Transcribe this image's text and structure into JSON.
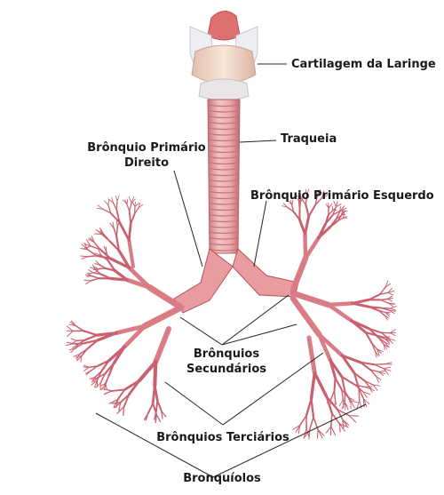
{
  "labels": {
    "larynx": "Cartilagem da Laringe",
    "trachea": "Traqueia",
    "right_primary_line1": "Brônquio Primário",
    "right_primary_line2": "Direito",
    "left_primary": "Brônquio Primário Esquerdo",
    "secondary_line1": "Brônquios",
    "secondary_line2": "Secundários",
    "tertiary": "Brônquios Terciários",
    "bronchioles": "Bronquíolos"
  },
  "colors": {
    "airway": "#e08a92",
    "airway_dark": "#b8505e",
    "airway_light": "#f2c0c2",
    "cartilage": "#f1d8cc",
    "cartilage_light": "#eeeef2",
    "epiglottis": "#e07070",
    "leader_line": "#222222",
    "text": "#1a1a1a"
  }
}
